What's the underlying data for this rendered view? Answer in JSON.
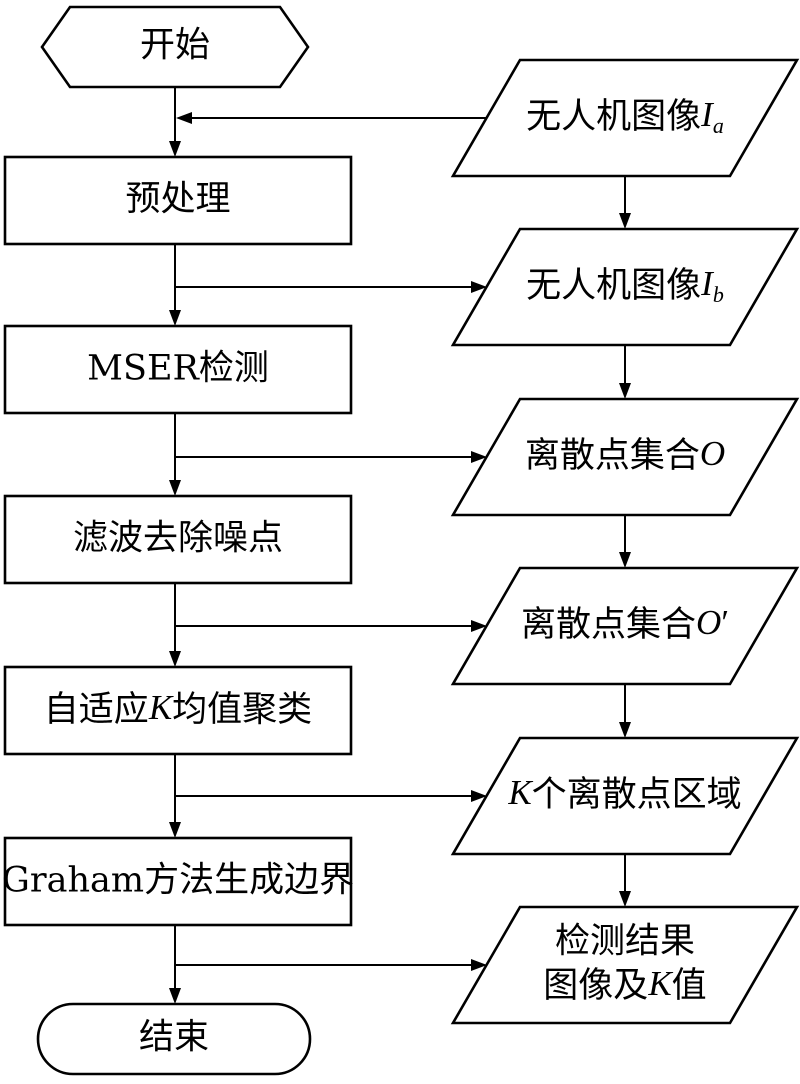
{
  "start": {
    "label": "开始"
  },
  "end": {
    "label": "结束"
  },
  "process_steps": [
    {
      "label": "预处理"
    },
    {
      "label": "MSER检测"
    },
    {
      "label": "滤波去除噪点"
    },
    {
      "label_pre": "自适应",
      "label_var": "K",
      "label_post": "均值聚类"
    },
    {
      "label": "Graham方法生成边界"
    }
  ],
  "data_items": [
    {
      "label": "无人机图像",
      "var": "I",
      "sub": "a"
    },
    {
      "label": "无人机图像",
      "var": "I",
      "sub": "b"
    },
    {
      "label": "离散点集合",
      "var": "O"
    },
    {
      "label": "离散点集合",
      "var": "O",
      "prime": "′"
    },
    {
      "label_var": "K",
      "label_post": "个离散点区域"
    },
    {
      "line1": "检测结果",
      "line2_pre": "图像及",
      "line2_var": "K",
      "line2_post": "值"
    }
  ]
}
